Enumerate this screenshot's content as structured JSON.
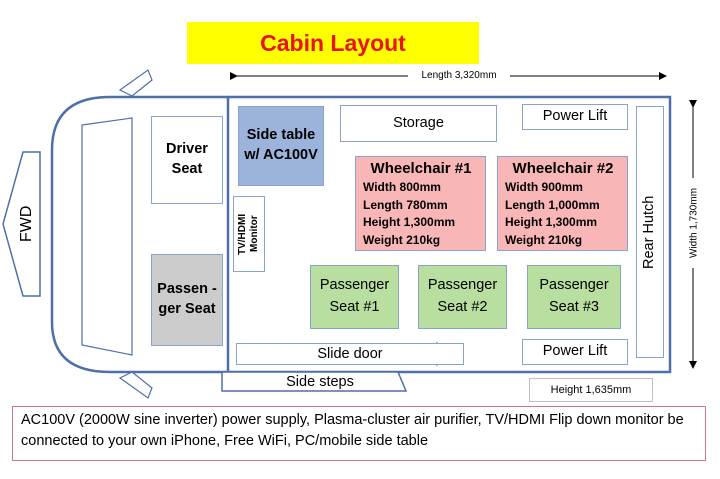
{
  "title": "Cabin Layout",
  "dimensions": {
    "length": "Length 3,320mm",
    "width": "Width 1,730mm",
    "height": "Height 1,635mm"
  },
  "direction": "FWD",
  "seats": {
    "driver": "Driver Seat",
    "passenger": "Passen -ger Seat",
    "row": [
      "Passenger Seat #1",
      "Passenger Seat #2",
      "Passenger Seat #3"
    ]
  },
  "side_table": "Side table w/ AC100V",
  "tv_monitor": "TV/HDMI Monitor",
  "storage": "Storage",
  "power_lift": "Power Lift",
  "rear_hutch": "Rear Hutch",
  "slide_door": "Slide door",
  "side_steps": "Side steps",
  "wheelchairs": [
    {
      "title": "Wheelchair #1",
      "width": "Width 800mm",
      "length": "Length 780mm",
      "height": "Height 1,300mm",
      "weight": "Weight 210kg"
    },
    {
      "title": "Wheelchair #2",
      "width": "Width 900mm",
      "length": "Length 1,000mm",
      "height": "Height 1,300mm",
      "weight": "Weight 210kg"
    }
  ],
  "footer_note": "AC100V (2000W sine inverter) power supply, Plasma-cluster air purifier, TV/HDMI Flip down monitor be connected to your own iPhone, Free WiFi, PC/mobile side table",
  "colors": {
    "title_bg": "#ffff00",
    "title_text": "#e8141a",
    "outline": "#4f6fa8",
    "side_table": "#9cb4dc",
    "wheelchair": "#f9b6b6",
    "seat": "#b8dea0",
    "passenger_front": "#cccccc"
  }
}
